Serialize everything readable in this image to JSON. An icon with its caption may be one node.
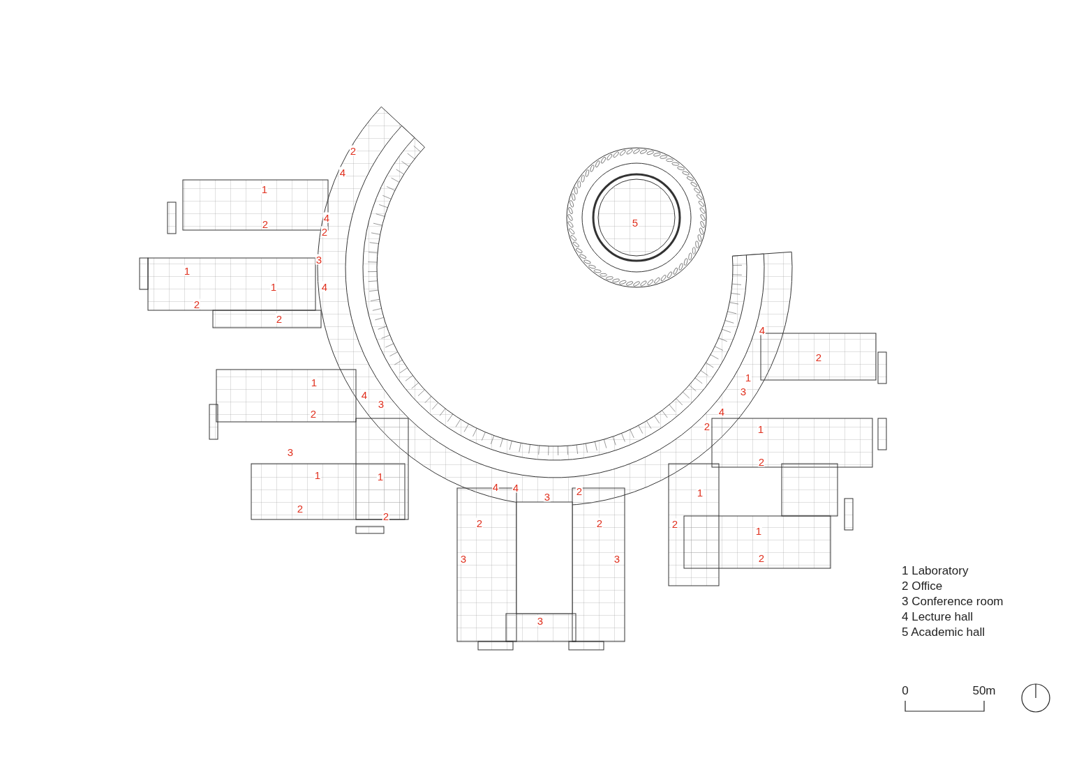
{
  "diagram": {
    "labels": [
      "2",
      "4",
      "1",
      "4",
      "2",
      "2",
      "5",
      "1",
      "3",
      "1",
      "4",
      "2",
      "2",
      "4",
      "2",
      "1",
      "1",
      "3",
      "4",
      "3",
      "2",
      "4",
      "2",
      "1",
      "3",
      "2",
      "1",
      "1",
      "4",
      "4",
      "2",
      "1",
      "3",
      "2",
      "2",
      "2",
      "2",
      "2",
      "1",
      "3",
      "3",
      "2",
      "3",
      "0",
      "50m"
    ],
    "legend": [
      {
        "text": "1 Laboratory"
      },
      {
        "text": "2 Office"
      },
      {
        "text": "3 Conference room"
      },
      {
        "text": "4 Lecture hall"
      },
      {
        "text": "5 Academic hall"
      }
    ]
  }
}
